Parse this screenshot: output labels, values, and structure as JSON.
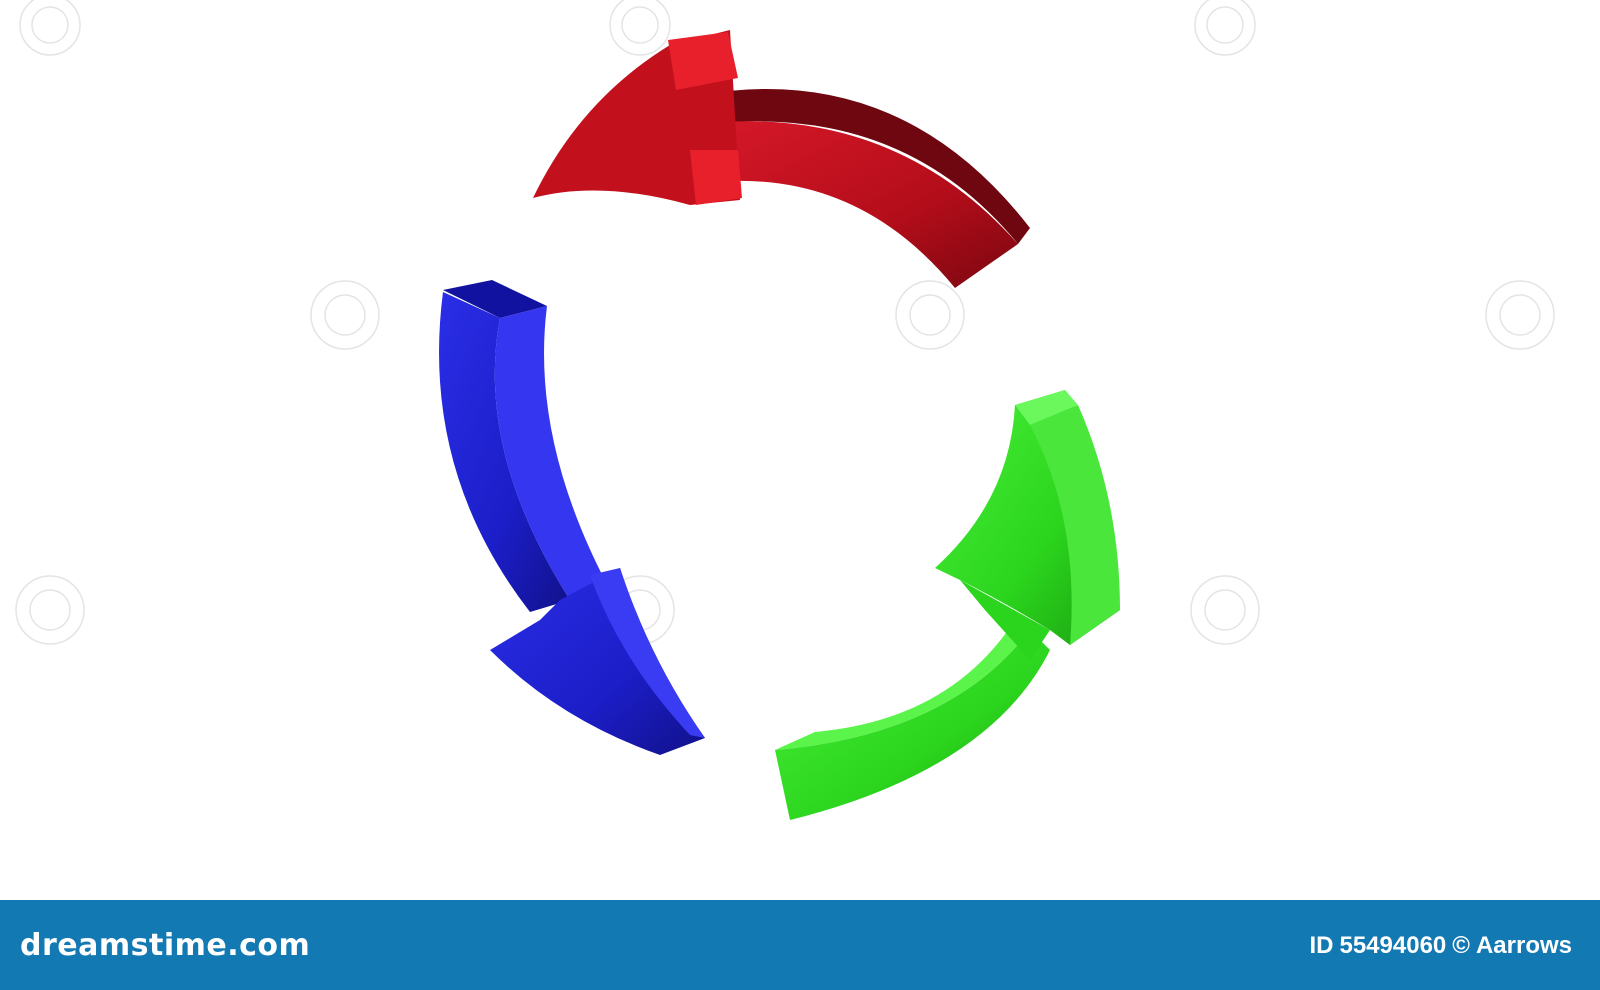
{
  "image": {
    "subject": "three curved 3D arrows forming a cycle",
    "arrows": [
      {
        "name": "red-arrow",
        "color": "#c4111f",
        "direction": "counterclockwise"
      },
      {
        "name": "blue-arrow",
        "color": "#1a1acc",
        "direction": "counterclockwise"
      },
      {
        "name": "green-arrow",
        "color": "#2ed61a",
        "direction": "counterclockwise"
      }
    ],
    "background": "#ffffff"
  },
  "footer": {
    "brand": "dreamstime.com",
    "id_label": "ID",
    "id_number": "55494060",
    "copyright_symbol": "©",
    "author": "Aarrows",
    "color": "#1379b2"
  }
}
